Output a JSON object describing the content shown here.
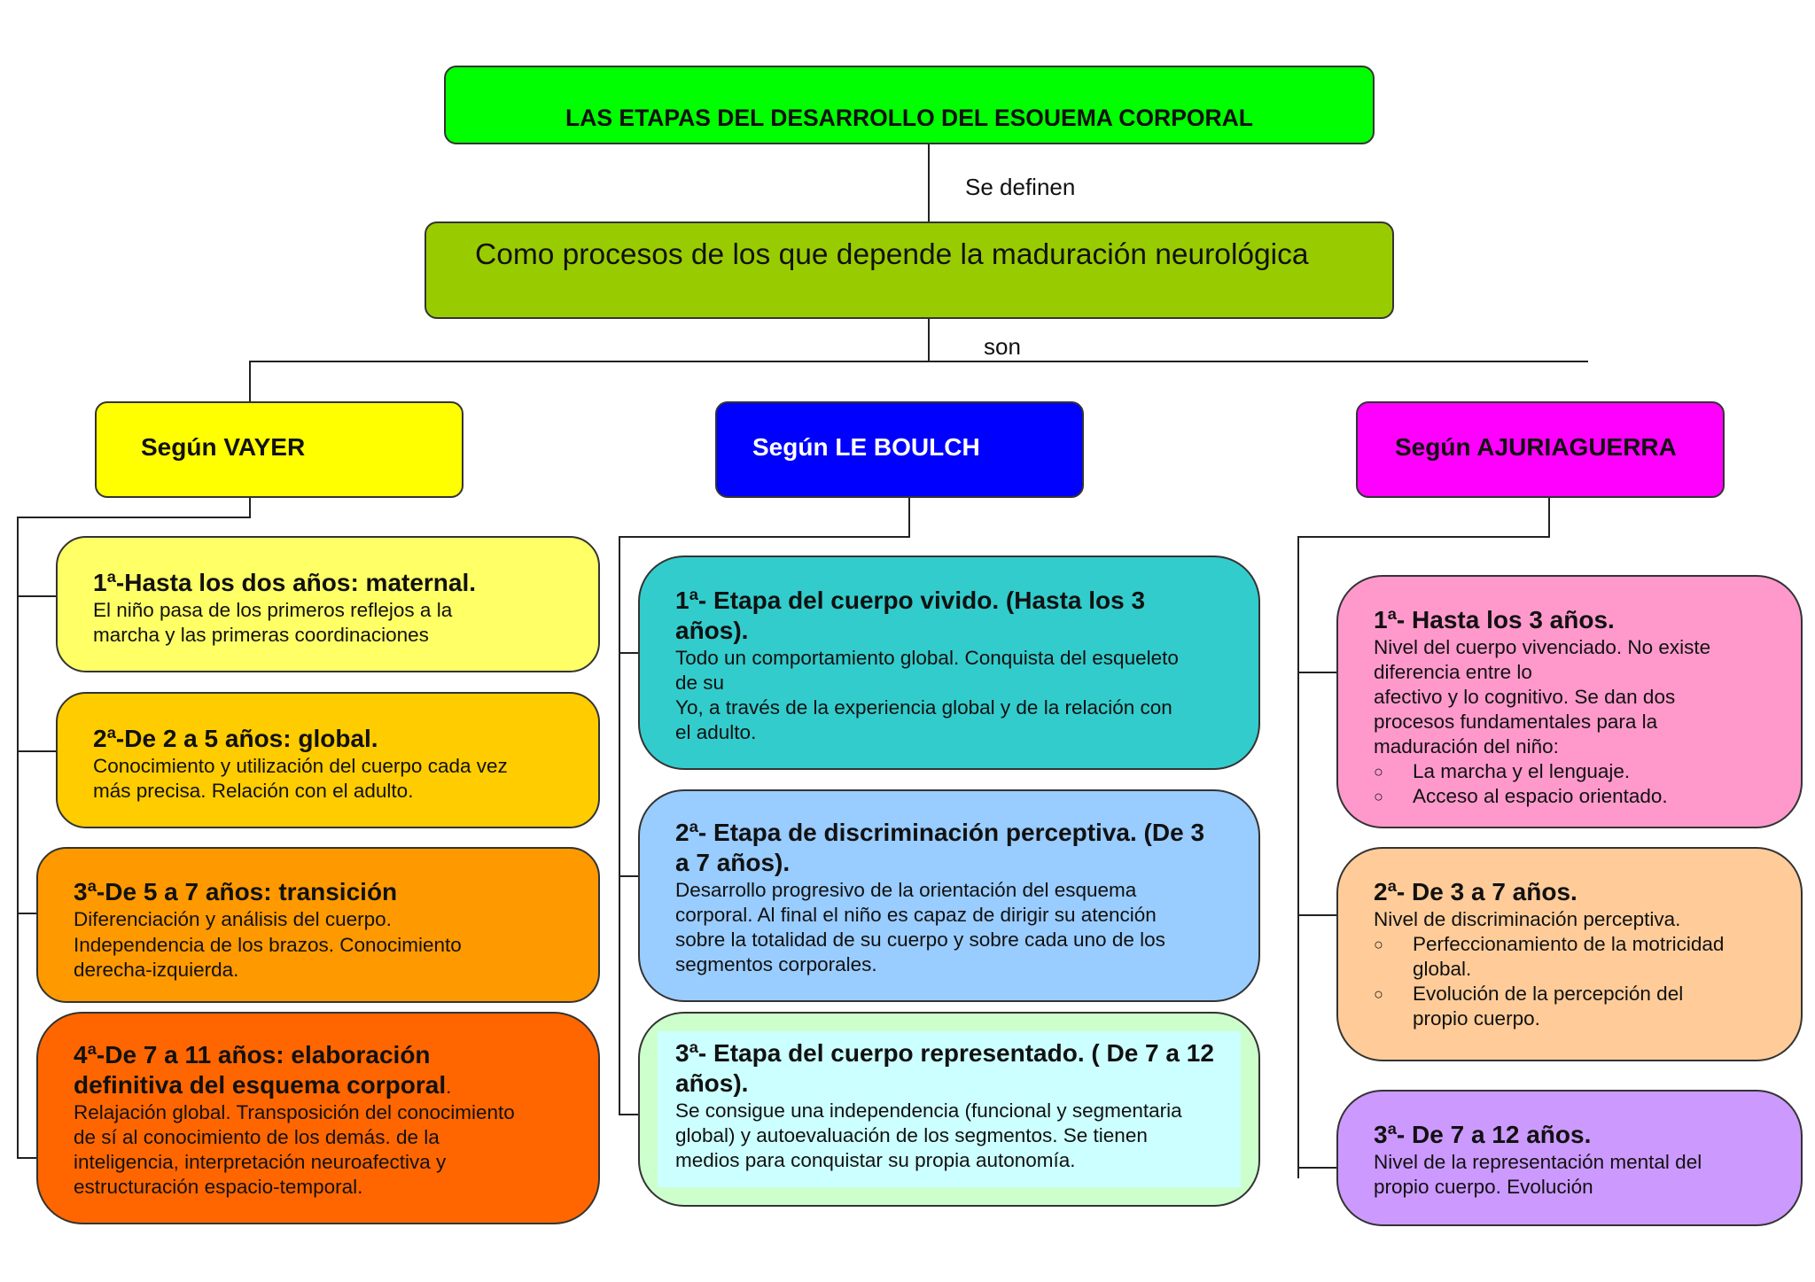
{
  "title": "LAS ETAPAS DEL DESARROLLO DEL ESQUEMA CORPORAL",
  "link1": "Se definen",
  "definition": "Como procesos de los que  depende  la maduración neurológica",
  "link2": "son",
  "colors": {
    "title_bg": "#00ff00",
    "definition_bg": "#99cc00",
    "vayer": "#ffff00",
    "leboulch": "#0000ff",
    "ajuriaguerra": "#ff00ff"
  },
  "authors": {
    "vayer": "Según VAYER",
    "leboulch": "Según LE BOULCH",
    "ajuriaguerra": "Según AJURIAGUERRA"
  },
  "vayer": [
    {
      "title": "1ª-Hasta los dos años: maternal.",
      "text": "El niño pasa de los primeros reflejos a la\nmarcha y las primeras coordinaciones",
      "color": "#ffff66"
    },
    {
      "title": "2ª-De 2 a 5 años: global.",
      "text": "Conocimiento y utilización del cuerpo cada vez\nmás precisa. Relación con el adulto.",
      "color": "#ffcc00"
    },
    {
      "title": "3ª-De 5 a 7 años: transición",
      "text": "Diferenciación y análisis del cuerpo.\nIndependencia de los  brazos. Conocimiento\nderecha-izquierda.",
      "color": "#ff9900"
    },
    {
      "title": "4ª-De 7 a 11 años: elaboración definitiva del esquema corporal",
      "tail": ".",
      "text": "Relajación global. Transposición  del conocimiento\nde sí al conocimiento de los demás. de la\ninteligencia, interpretación neuroafectiva y\nestructuración espacio-temporal.",
      "color": "#ff6600"
    }
  ],
  "leboulch": [
    {
      "title": "1ª- Etapa del cuerpo vivido. (Hasta los 3 años).",
      "text": "Todo un comportamiento global. Conquista del esqueleto\nde su\nYo, a través de la experiencia global y de la relación con\nel adulto.",
      "color": "#33cccc"
    },
    {
      "title": "2ª- Etapa de discriminación perceptiva. (De 3 a 7 años).",
      "text": "Desarrollo progresivo de la orientación del esquema\ncorporal. Al final el niño es capaz de dirigir su atención\nsobre la totalidad de su cuerpo y sobre cada uno de los\nsegmentos corporales.",
      "color": "#99ccff"
    },
    {
      "title": "3ª- Etapa del cuerpo representado. ( De 7 a 12 años).",
      "text": "Se consigue una independencia (funcional y segmentaria\nglobal) y autoevaluación de los segmentos. Se tienen\nmedios para conquistar su propia autonomía.",
      "color": "#ccffcc",
      "inner_color": "#ccffff"
    }
  ],
  "ajuriaguerra": [
    {
      "title": "1ª- Hasta los 3 años.",
      "text": "Nivel del cuerpo vivenciado. No existe\ndiferencia entre lo\nafectivo y lo cognitivo. Se dan dos\nprocesos fundamentales para la\nmaduración del niño:",
      "bullets": [
        "La marcha y el lenguaje.",
        "Acceso al espacio orientado."
      ],
      "color": "#ff99cc"
    },
    {
      "title": "2ª- De 3 a 7 años.",
      "text": "Nivel de discriminación perceptiva.",
      "bullets": [
        "Perfeccionamiento de la motricidad\nglobal.",
        " Evolución de la percepción del\npropio cuerpo."
      ],
      "color": "#ffcc99"
    },
    {
      "title": "3ª- De 7 a 12 años.",
      "text": "Nivel de la representación mental del\npropio cuerpo. Evolución",
      "color": "#cc99ff"
    }
  ]
}
